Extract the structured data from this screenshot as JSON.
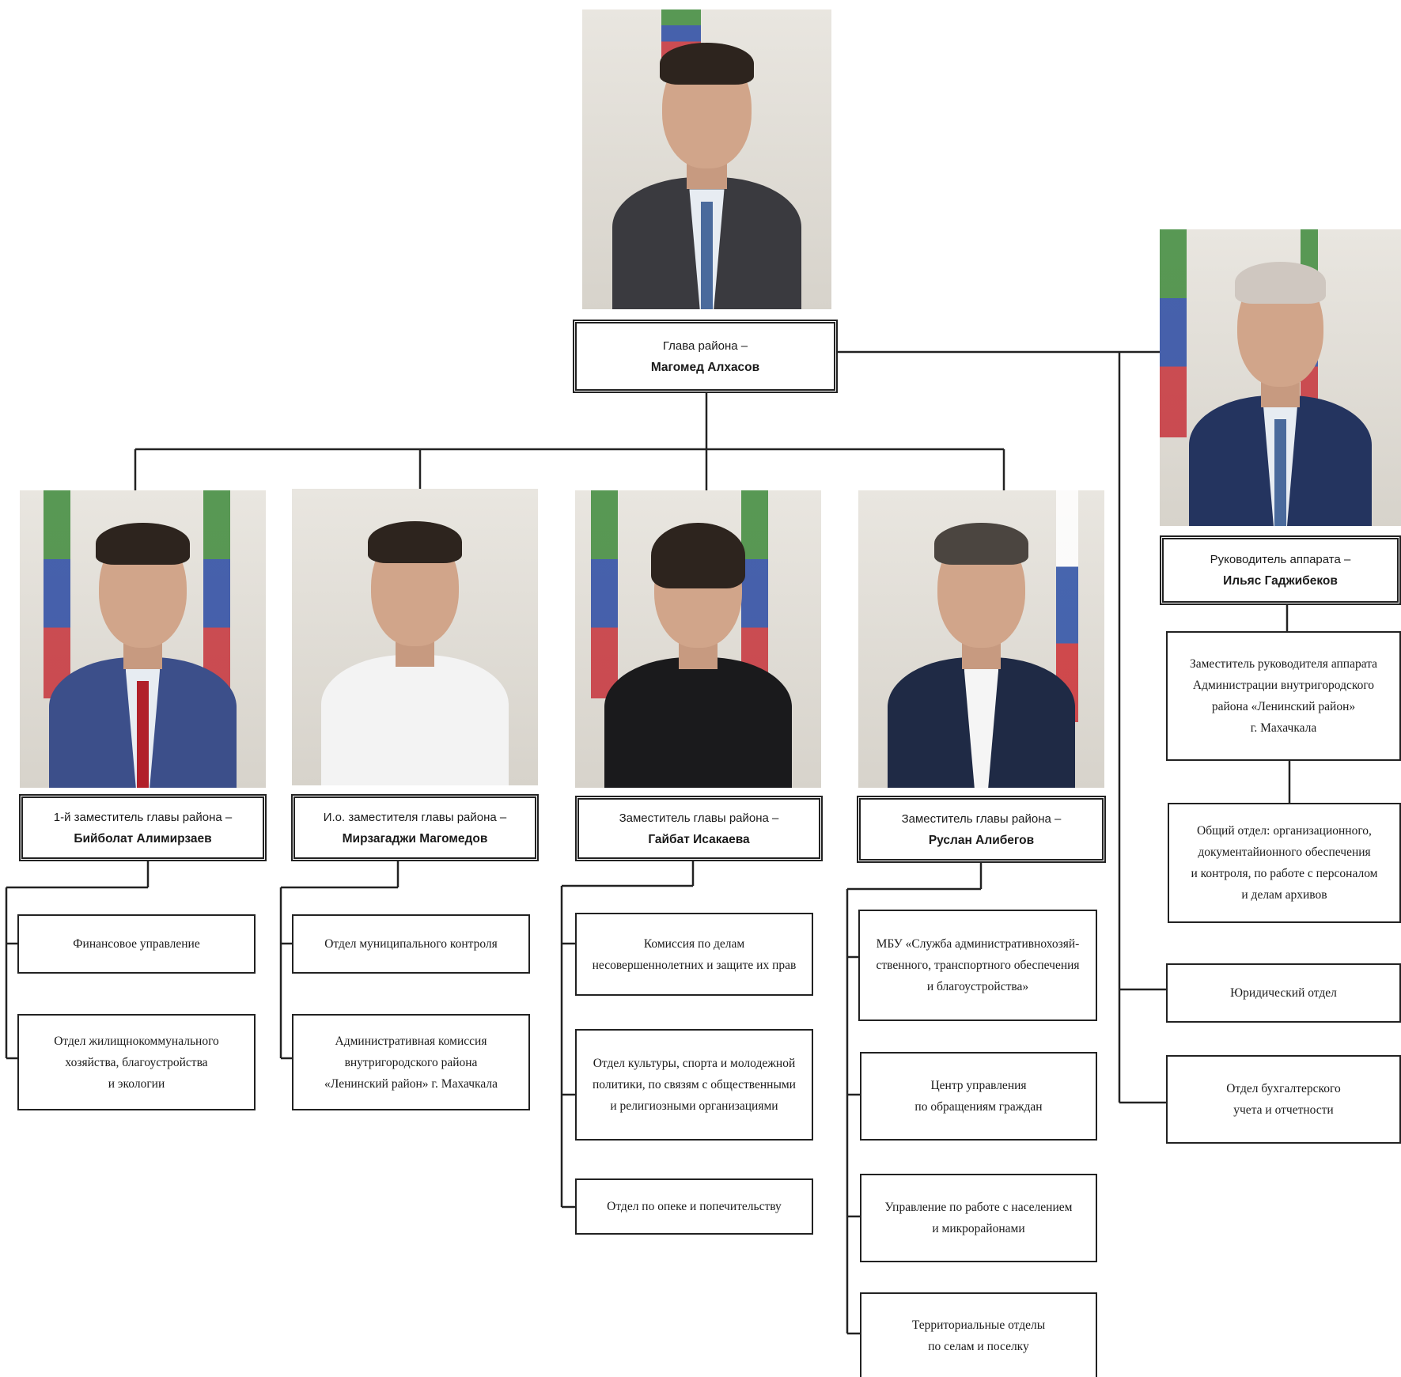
{
  "head": {
    "role": "Глава района –",
    "name": "Магомед Алхасов",
    "photo_icon": "portrait-photo"
  },
  "chief_of_staff": {
    "role": "Руководитель аппарата –",
    "name": "Ильяс Гаджибеков",
    "photo_icon": "portrait-photo",
    "deputy": [
      "Заместитель руководителя аппарата",
      "Администрации внутригородского",
      "района «Ленинский район»",
      "г. Махачкала"
    ],
    "general_dept": [
      "Общий отдел: организационного,",
      "документайионного обеспечения",
      "и контроля, по работе с персоналом",
      "и делам архивов"
    ],
    "legal_dept": [
      "Юридический отдел"
    ],
    "accounting_dept": [
      "Отдел бухгалтерского",
      "учета и отчетности"
    ]
  },
  "deputies": [
    {
      "role": "1-й заместитель главы района –",
      "name": "Бийболат Алимирзаев",
      "photo_icon": "portrait-photo",
      "departments": [
        [
          "Финансовое управление"
        ],
        [
          "Отдел жилищнокоммунального",
          "хозяйства, благоустройства",
          "и экологии"
        ]
      ]
    },
    {
      "role": "И.о. заместителя главы района –",
      "name": "Мирзагаджи Магомедов",
      "photo_icon": "portrait-photo",
      "departments": [
        [
          "Отдел муниципального контроля"
        ],
        [
          "Административная комиссия",
          "внутригородского района",
          "«Ленинский район» г. Махачкала"
        ]
      ]
    },
    {
      "role": "Заместитель главы района –",
      "name": "Гайбат Исакаева",
      "photo_icon": "portrait-photo",
      "departments": [
        [
          "Комиссия по делам",
          "несовершеннолетних и защите их прав"
        ],
        [
          "Отдел культуры, спорта и молодежной",
          "политики, по связям с общественными",
          "и религиозными организациями"
        ],
        [
          "Отдел по опеке и попечительству"
        ]
      ]
    },
    {
      "role": "Заместитель главы района –",
      "name": "Руслан Алибегов",
      "photo_icon": "portrait-photo",
      "departments": [
        [
          "МБУ «Служба административнохозяй-",
          "ственного, транспортного обеспечения",
          "и благоустройства»"
        ],
        [
          "Центр управления",
          "по обращениям граждан"
        ],
        [
          "Управление по работе с населением",
          "и микрорайонами"
        ],
        [
          "Территориальные отделы",
          "по селам и поселку"
        ]
      ]
    }
  ],
  "colors": {
    "line": "#222222",
    "flag_green": "#3f8a3b",
    "flag_blue": "#2a4aa3",
    "flag_red": "#c6323a"
  }
}
